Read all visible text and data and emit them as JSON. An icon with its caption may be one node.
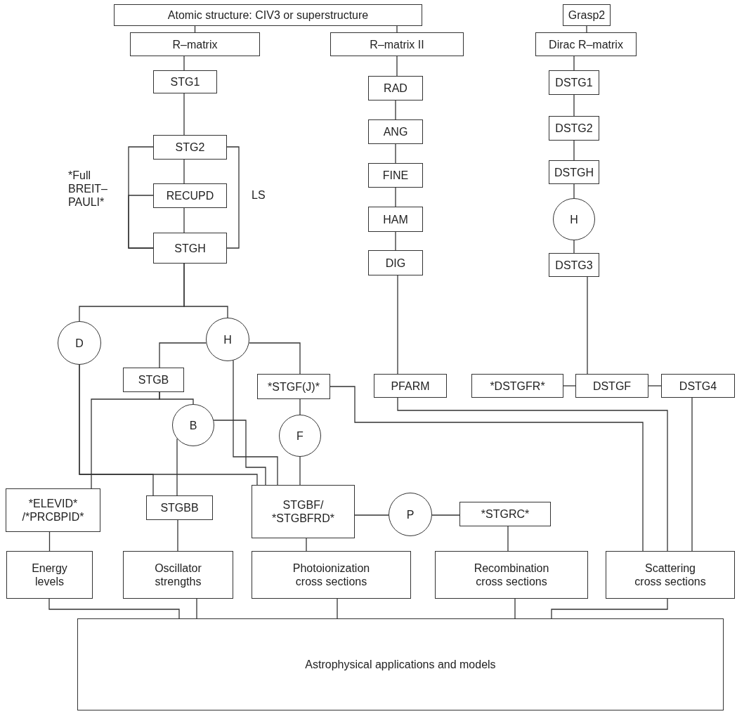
{
  "diagram": {
    "nodes": [
      {
        "text": [
          "Atomic structure: CIV3 or superstructure"
        ]
      },
      {
        "text": [
          "Grasp2"
        ]
      },
      {
        "text": [
          "R–matrix"
        ]
      },
      {
        "text": [
          "R–matrix II"
        ]
      },
      {
        "text": [
          "Dirac R–matrix"
        ]
      },
      {
        "text": [
          "STG1"
        ]
      },
      {
        "text": [
          "RAD"
        ]
      },
      {
        "text": [
          "DSTG1"
        ]
      },
      {
        "text": [
          "STG2"
        ]
      },
      {
        "text": [
          "ANG"
        ]
      },
      {
        "text": [
          "DSTG2"
        ]
      },
      {
        "text": [
          "RECUPD"
        ]
      },
      {
        "text": [
          "FINE"
        ]
      },
      {
        "text": [
          "DSTGH"
        ]
      },
      {
        "text": [
          "STGH"
        ]
      },
      {
        "text": [
          "HAM"
        ]
      },
      {
        "text": [
          "H"
        ]
      },
      {
        "text": [
          "DIG"
        ]
      },
      {
        "text": [
          "DSTG3"
        ]
      },
      {
        "text": [
          "D"
        ]
      },
      {
        "text": [
          "H"
        ]
      },
      {
        "text": [
          "STGB"
        ]
      },
      {
        "text": [
          "*STGF(J)*"
        ]
      },
      {
        "text": [
          "PFARM"
        ]
      },
      {
        "text": [
          "*DSTGFR*"
        ]
      },
      {
        "text": [
          "DSTGF"
        ]
      },
      {
        "text": [
          "DSTG4"
        ]
      },
      {
        "text": [
          "B"
        ]
      },
      {
        "text": [
          "F"
        ]
      },
      {
        "text": [
          "*ELEVID* /*PRCBPID*"
        ]
      },
      {
        "text": [
          "STGBB"
        ]
      },
      {
        "text": [
          "STGBF/ *STGBFRD*"
        ]
      },
      {
        "text": [
          "P"
        ]
      },
      {
        "text": [
          "*STGRC*"
        ]
      },
      {
        "text": [
          "Energy levels"
        ]
      },
      {
        "text": [
          "Oscillator strengths"
        ]
      },
      {
        "text": [
          "Photoionization cross sections"
        ]
      },
      {
        "text": [
          "Recombination cross sections"
        ]
      },
      {
        "text": [
          "Scattering cross sections"
        ]
      },
      {
        "text": [
          "Astrophysical applications and models"
        ]
      }
    ],
    "edges": [
      {
        "from": 0,
        "to": 2,
        "arrow": "none"
      },
      {
        "from": 0,
        "to": 3,
        "arrow": "none"
      },
      {
        "from": 1,
        "to": 4,
        "arrow": "none"
      },
      {
        "from": 2,
        "to": 5,
        "arrow": "none"
      },
      {
        "from": 3,
        "to": 6,
        "arrow": "none"
      },
      {
        "from": 4,
        "to": 7,
        "arrow": "none"
      },
      {
        "from": 5,
        "to": 8,
        "arrow": "none"
      },
      {
        "from": 6,
        "to": 9,
        "arrow": "none"
      },
      {
        "from": 7,
        "to": 10,
        "arrow": "none"
      },
      {
        "from": 8,
        "to": 11,
        "arrow": "none"
      },
      {
        "from": 8,
        "to": 14,
        "arrow": "none"
      },
      {
        "from": 11,
        "to": 14,
        "arrow": "none"
      },
      {
        "from": 8,
        "to": 14,
        "arrow": "none"
      },
      {
        "from": 9,
        "to": 12,
        "arrow": "none"
      },
      {
        "from": 10,
        "to": 13,
        "arrow": "none"
      },
      {
        "from": 11,
        "to": 14,
        "arrow": "none"
      },
      {
        "from": 12,
        "to": 15,
        "arrow": "none"
      },
      {
        "from": 13,
        "to": 16,
        "arrow": "none"
      },
      {
        "from": 14,
        "to": 19,
        "arrow": "none"
      },
      {
        "from": 14,
        "to": 20,
        "arrow": "none"
      },
      {
        "from": 15,
        "to": 17,
        "arrow": "none"
      },
      {
        "from": 16,
        "to": 18,
        "arrow": "none"
      },
      {
        "from": 17,
        "to": 23,
        "arrow": "none"
      },
      {
        "from": 18,
        "to": 25,
        "arrow": "none"
      },
      {
        "from": 20,
        "to": 21,
        "arrow": "none"
      },
      {
        "from": 20,
        "to": 22,
        "arrow": "none"
      },
      {
        "from": 21,
        "to": 27,
        "arrow": "none"
      },
      {
        "from": 21,
        "to": 29,
        "arrow": "none"
      },
      {
        "from": 22,
        "to": 28,
        "arrow": "none"
      },
      {
        "from": 22,
        "to": 38,
        "arrow": "none"
      },
      {
        "from": 23,
        "to": 38,
        "arrow": "none"
      },
      {
        "from": 24,
        "to": 25,
        "arrow": "none"
      },
      {
        "from": 25,
        "to": 26,
        "arrow": "none"
      },
      {
        "from": 26,
        "to": 38,
        "arrow": "none"
      },
      {
        "from": 19,
        "to": 30,
        "arrow": "none"
      },
      {
        "from": 19,
        "to": 31,
        "arrow": "none"
      },
      {
        "from": 20,
        "to": 31,
        "arrow": "none"
      },
      {
        "from": 27,
        "to": 30,
        "arrow": "none"
      },
      {
        "from": 27,
        "to": 31,
        "arrow": "none"
      },
      {
        "from": 28,
        "to": 31,
        "arrow": "none"
      },
      {
        "from": 29,
        "to": 34,
        "arrow": "none"
      },
      {
        "from": 30,
        "to": 35,
        "arrow": "none"
      },
      {
        "from": 31,
        "to": 32,
        "arrow": "none"
      },
      {
        "from": 32,
        "to": 33,
        "arrow": "none"
      },
      {
        "from": 31,
        "to": 36,
        "arrow": "none"
      },
      {
        "from": 33,
        "to": 37,
        "arrow": "none"
      },
      {
        "from": 34,
        "to": 39,
        "arrow": "none"
      },
      {
        "from": 35,
        "to": 39,
        "arrow": "none"
      },
      {
        "from": 36,
        "to": 39,
        "arrow": "none"
      },
      {
        "from": 37,
        "to": 39,
        "arrow": "none"
      },
      {
        "from": 38,
        "to": 39,
        "arrow": "none"
      }
    ],
    "labels": [
      "*Full BREIT– PAULI*",
      "LS"
    ]
  }
}
